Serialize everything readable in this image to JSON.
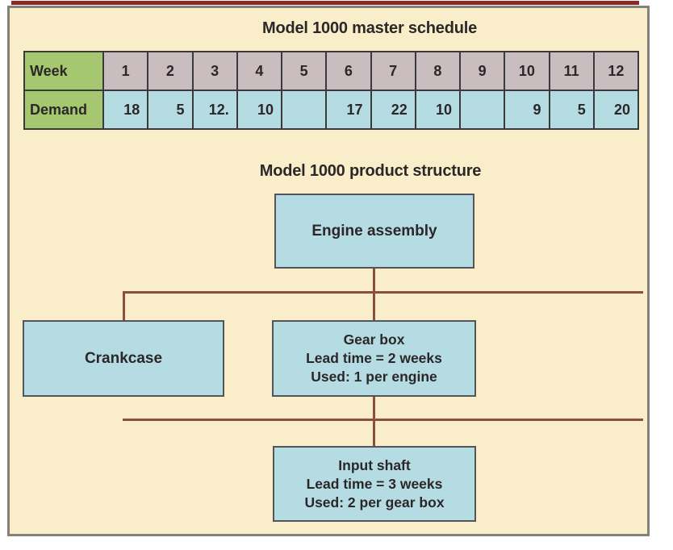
{
  "schedule": {
    "title": "Model 1000 master schedule",
    "week_label": "Week",
    "demand_label": "Demand",
    "weeks": [
      "1",
      "2",
      "3",
      "4",
      "5",
      "6",
      "7",
      "8",
      "9",
      "10",
      "11",
      "12"
    ],
    "demand": [
      "18",
      "5",
      "12.",
      "10",
      "",
      "17",
      "22",
      "10",
      "",
      "9",
      "5",
      "20"
    ]
  },
  "structure": {
    "title": "Model 1000 product structure",
    "engine_label": "Engine assembly",
    "crankcase_label": "Crankcase",
    "gearbox": [
      "Gear box",
      "Lead time = 2 weeks",
      "Used: 1 per engine"
    ],
    "inputshaft": [
      "Input shaft",
      "Lead time = 3 weeks",
      "Used: 2 per gear box"
    ]
  },
  "colors": {
    "frame_background": "#faeeca",
    "header_green": "#a5c76f",
    "week_mauve": "#c9bdbf",
    "cell_blue": "#b5dce3",
    "connector_brown": "#8d4e3e",
    "top_rule_red": "#8e2824",
    "frame_border_gray": "#85807a",
    "table_border": "#3a393b",
    "text": "#2b2728"
  }
}
